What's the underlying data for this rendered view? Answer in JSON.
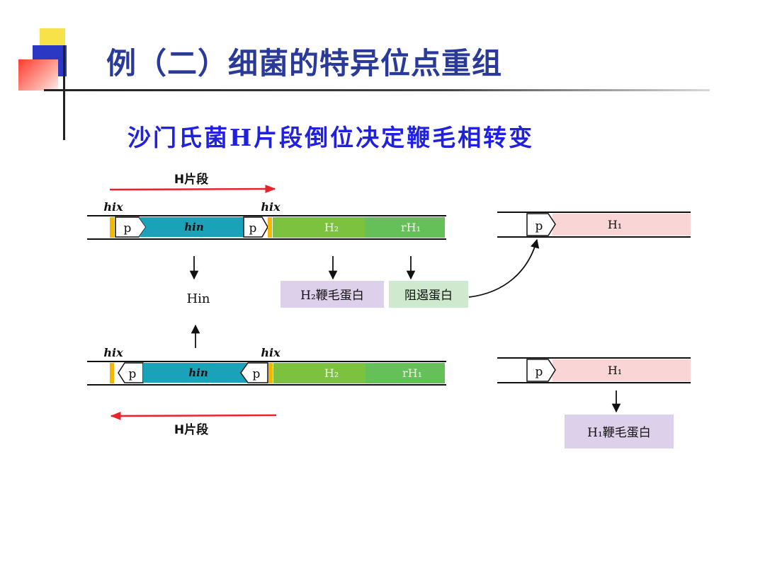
{
  "slide": {
    "title": "例（二）细菌的特异位点重组",
    "subtitle": "沙门氏菌H片段倒位决定鞭毛相转变"
  },
  "diagram": {
    "top": {
      "fragment_label": "H片段",
      "hix_left": "hix",
      "hix_right": "hix",
      "promoter": "p",
      "hin_gene": "hin",
      "promoter_2": "p",
      "h2_gene": "H₂",
      "rh1_gene": "rH₁",
      "hin_product": "Hin",
      "h2_product": "H₂鞭毛蛋白",
      "repressor_product": "阻遏蛋白",
      "h1_promoter": "p",
      "h1_gene": "H₁"
    },
    "bottom": {
      "fragment_label": "H片段",
      "hix_left": "hix",
      "hix_right": "hix",
      "promoter": "p",
      "hin_gene": "hin",
      "promoter_2": "p",
      "h2_gene": "H₂",
      "rh1_gene": "rH₁",
      "h1_promoter": "p",
      "h1_gene": "H₁",
      "h1_product": "H₁鞭毛蛋白"
    }
  },
  "colors": {
    "title": "#2a3a9a",
    "subtitle": "#2020e0",
    "hin_segment": "#1aa3b8",
    "h2_segment": "#7cc23e",
    "rh1_segment": "#66c05a",
    "h1_segment": "#f9d5d6",
    "hix_marker": "#f2b705",
    "fragment_arrow": "#e8232a",
    "h2_protein_box": "#ddd0ea",
    "repressor_box": "#cfe9cf",
    "h1_protein_box": "#ddd0ea"
  }
}
